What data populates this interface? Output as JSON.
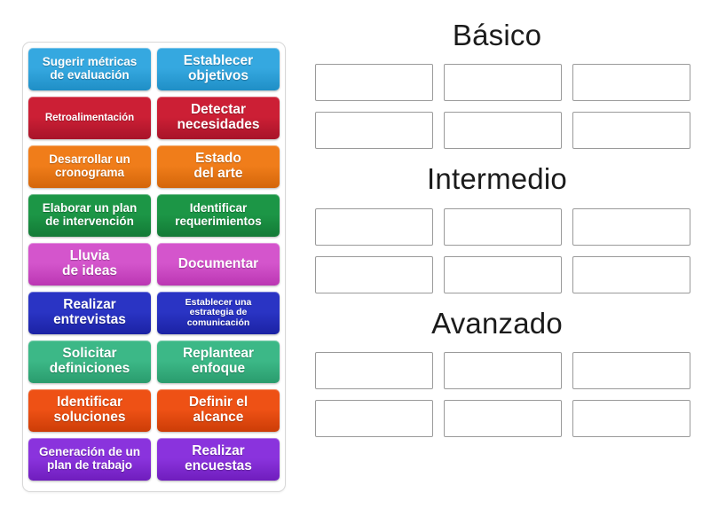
{
  "activity": {
    "type": "group-sort",
    "tray_label": "tile-tray"
  },
  "tiles": [
    {
      "label": "Sugerir métricas\nde evaluación",
      "color": "#35a8e0",
      "color_dark": "#1f8fc6",
      "size": "sz-md"
    },
    {
      "label": "Establecer\nobjetivos",
      "color": "#35a8e0",
      "color_dark": "#1f8fc6",
      "size": "sz-lg"
    },
    {
      "label": "Retroalimentación",
      "color": "#cc1f35",
      "color_dark": "#a81429",
      "size": "sz-sm"
    },
    {
      "label": "Detectar\nnecesidades",
      "color": "#cc1f35",
      "color_dark": "#a81429",
      "size": "sz-lg"
    },
    {
      "label": "Desarrollar un\ncronograma",
      "color": "#f07d1a",
      "color_dark": "#d4660a",
      "size": "sz-md"
    },
    {
      "label": "Estado\ndel arte",
      "color": "#f07d1a",
      "color_dark": "#d4660a",
      "size": "sz-lg"
    },
    {
      "label": "Elaborar un plan\nde intervención",
      "color": "#1c9646",
      "color_dark": "#137a36",
      "size": "sz-md"
    },
    {
      "label": "Identificar\nrequerimientos",
      "color": "#1c9646",
      "color_dark": "#137a36",
      "size": "sz-md"
    },
    {
      "label": "Lluvia\nde ideas",
      "color": "#d455cc",
      "color_dark": "#bb36b3",
      "size": "sz-lg"
    },
    {
      "label": "Documentar",
      "color": "#d455cc",
      "color_dark": "#bb36b3",
      "size": "sz-lg"
    },
    {
      "label": "Realizar\nentrevistas",
      "color": "#2a34c4",
      "color_dark": "#1b22a4",
      "size": "sz-lg"
    },
    {
      "label": "Establecer una\nestrategia de\ncomunicación",
      "color": "#2a34c4",
      "color_dark": "#1b22a4",
      "size": "sz-xs"
    },
    {
      "label": "Solicitar\ndefiniciones",
      "color": "#3cb887",
      "color_dark": "#2a9c6e",
      "size": "sz-lg"
    },
    {
      "label": "Replantear\nenfoque",
      "color": "#3cb887",
      "color_dark": "#2a9c6e",
      "size": "sz-lg"
    },
    {
      "label": "Identificar\nsoluciones",
      "color": "#ee5115",
      "color_dark": "#cc3d07",
      "size": "sz-lg"
    },
    {
      "label": "Definir el\nalcance",
      "color": "#ee5115",
      "color_dark": "#cc3d07",
      "size": "sz-lg"
    },
    {
      "label": "Generación de un\nplan de trabajo",
      "color": "#8a33dd",
      "color_dark": "#6f1dbd",
      "size": "sz-md"
    },
    {
      "label": "Realizar\nencuestas",
      "color": "#8a33dd",
      "color_dark": "#6f1dbd",
      "size": "sz-lg"
    }
  ],
  "groups": [
    {
      "title": "Básico",
      "slots": 6
    },
    {
      "title": "Intermedio",
      "slots": 6
    },
    {
      "title": "Avanzado",
      "slots": 6
    }
  ],
  "colors": {
    "page_background": "#ffffff",
    "tray_border": "#d8d8d8",
    "slot_border": "#9a9a9a",
    "heading_text": "#1b1b1b",
    "tile_text": "#ffffff"
  }
}
